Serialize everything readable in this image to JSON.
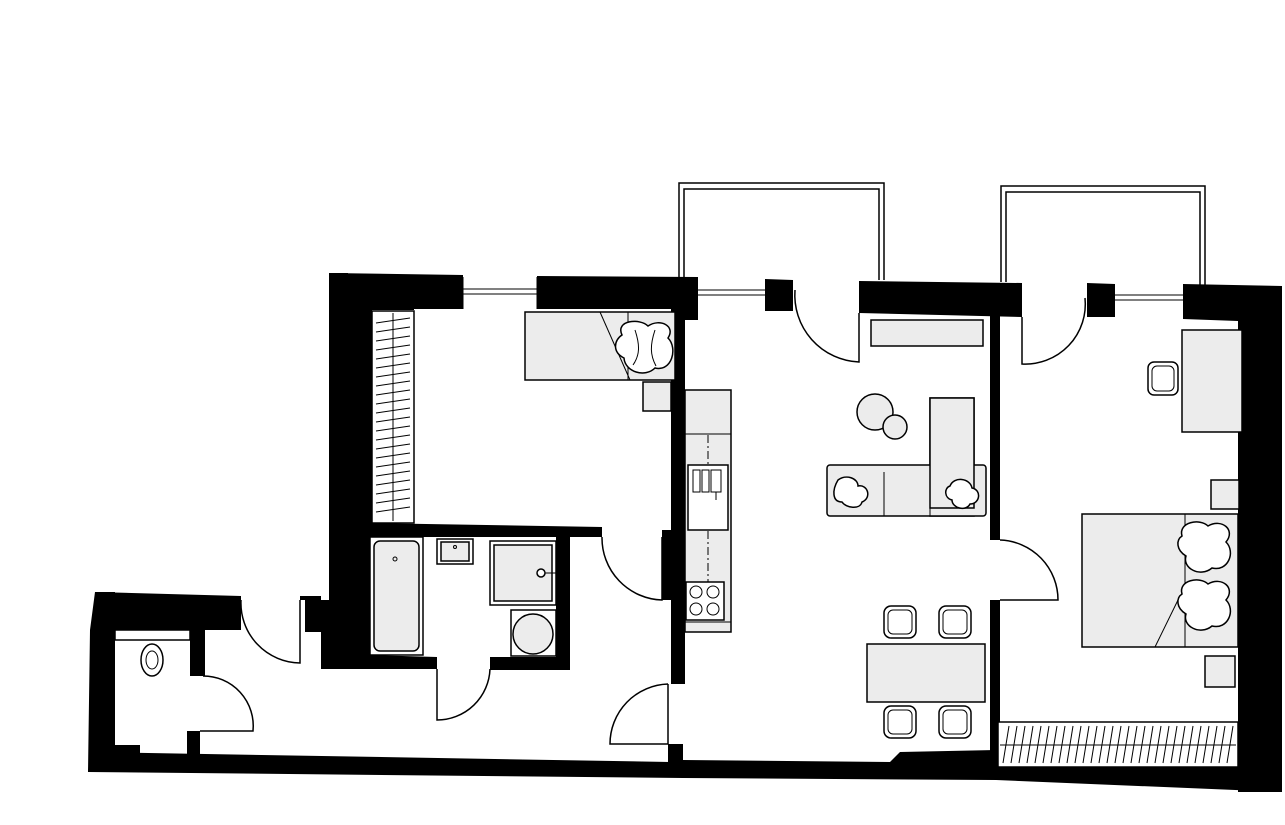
{
  "plan": {
    "colors": {
      "wall": "#000000",
      "furniture_fill": "#ececec",
      "background": "#ffffff"
    },
    "rooms": [
      {
        "id": "bedroom-1",
        "furniture": [
          "wardrobe-icon",
          "single-bed-icon",
          "pillow-icon",
          "nightstand-icon"
        ]
      },
      {
        "id": "bathroom",
        "furniture": [
          "bathtub-icon",
          "sink-icon",
          "shower-icon",
          "washing-machine-icon"
        ]
      },
      {
        "id": "wc",
        "furniture": [
          "toilet-icon"
        ]
      },
      {
        "id": "hallway",
        "furniture": []
      },
      {
        "id": "living-kitchen",
        "furniture": [
          "kitchen-counter-icon",
          "kitchen-sink-icon",
          "cooktop-icon",
          "tv-console-icon",
          "side-table-icon",
          "corner-sofa-icon",
          "dining-table-icon",
          "chair-icon"
        ]
      },
      {
        "id": "bedroom-2",
        "furniture": [
          "desk-icon",
          "office-chair-icon",
          "double-bed-icon",
          "nightstand-icon",
          "wardrobe-icon"
        ]
      }
    ],
    "balconies": 2,
    "windows": 4,
    "doors": 8
  }
}
